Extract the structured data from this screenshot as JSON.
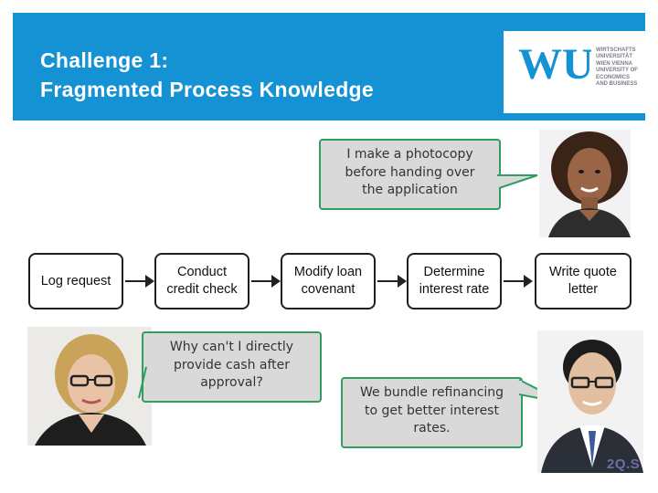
{
  "slide": {
    "title_line1": "Challenge 1:",
    "title_line2": "Fragmented Process Knowledge"
  },
  "logo": {
    "wordmark": "WU",
    "lines": [
      "WIRTSCHAFTS",
      "UNIVERSITÄT",
      "WIEN VIENNA",
      "UNIVERSITY OF",
      "ECONOMICS",
      "AND BUSINESS"
    ]
  },
  "process": {
    "steps": [
      {
        "label": "Log request"
      },
      {
        "label": "Conduct credit check"
      },
      {
        "label": "Modify loan covenant"
      },
      {
        "label": "Determine interest rate"
      },
      {
        "label": "Write quote letter"
      }
    ]
  },
  "bubbles": {
    "top_right": "I make a photocopy before handing over the application",
    "left": "Why can't I directly provide cash after approval?",
    "bottom_right": "We bundle refinancing to get better interest rates."
  },
  "footer": {
    "mark": "2Q.S"
  },
  "colors": {
    "header_blue": "#1592d4",
    "bubble_border": "#2f9e5e",
    "bubble_fill": "#d9d9d9",
    "step_border": "#1f1f1f"
  }
}
